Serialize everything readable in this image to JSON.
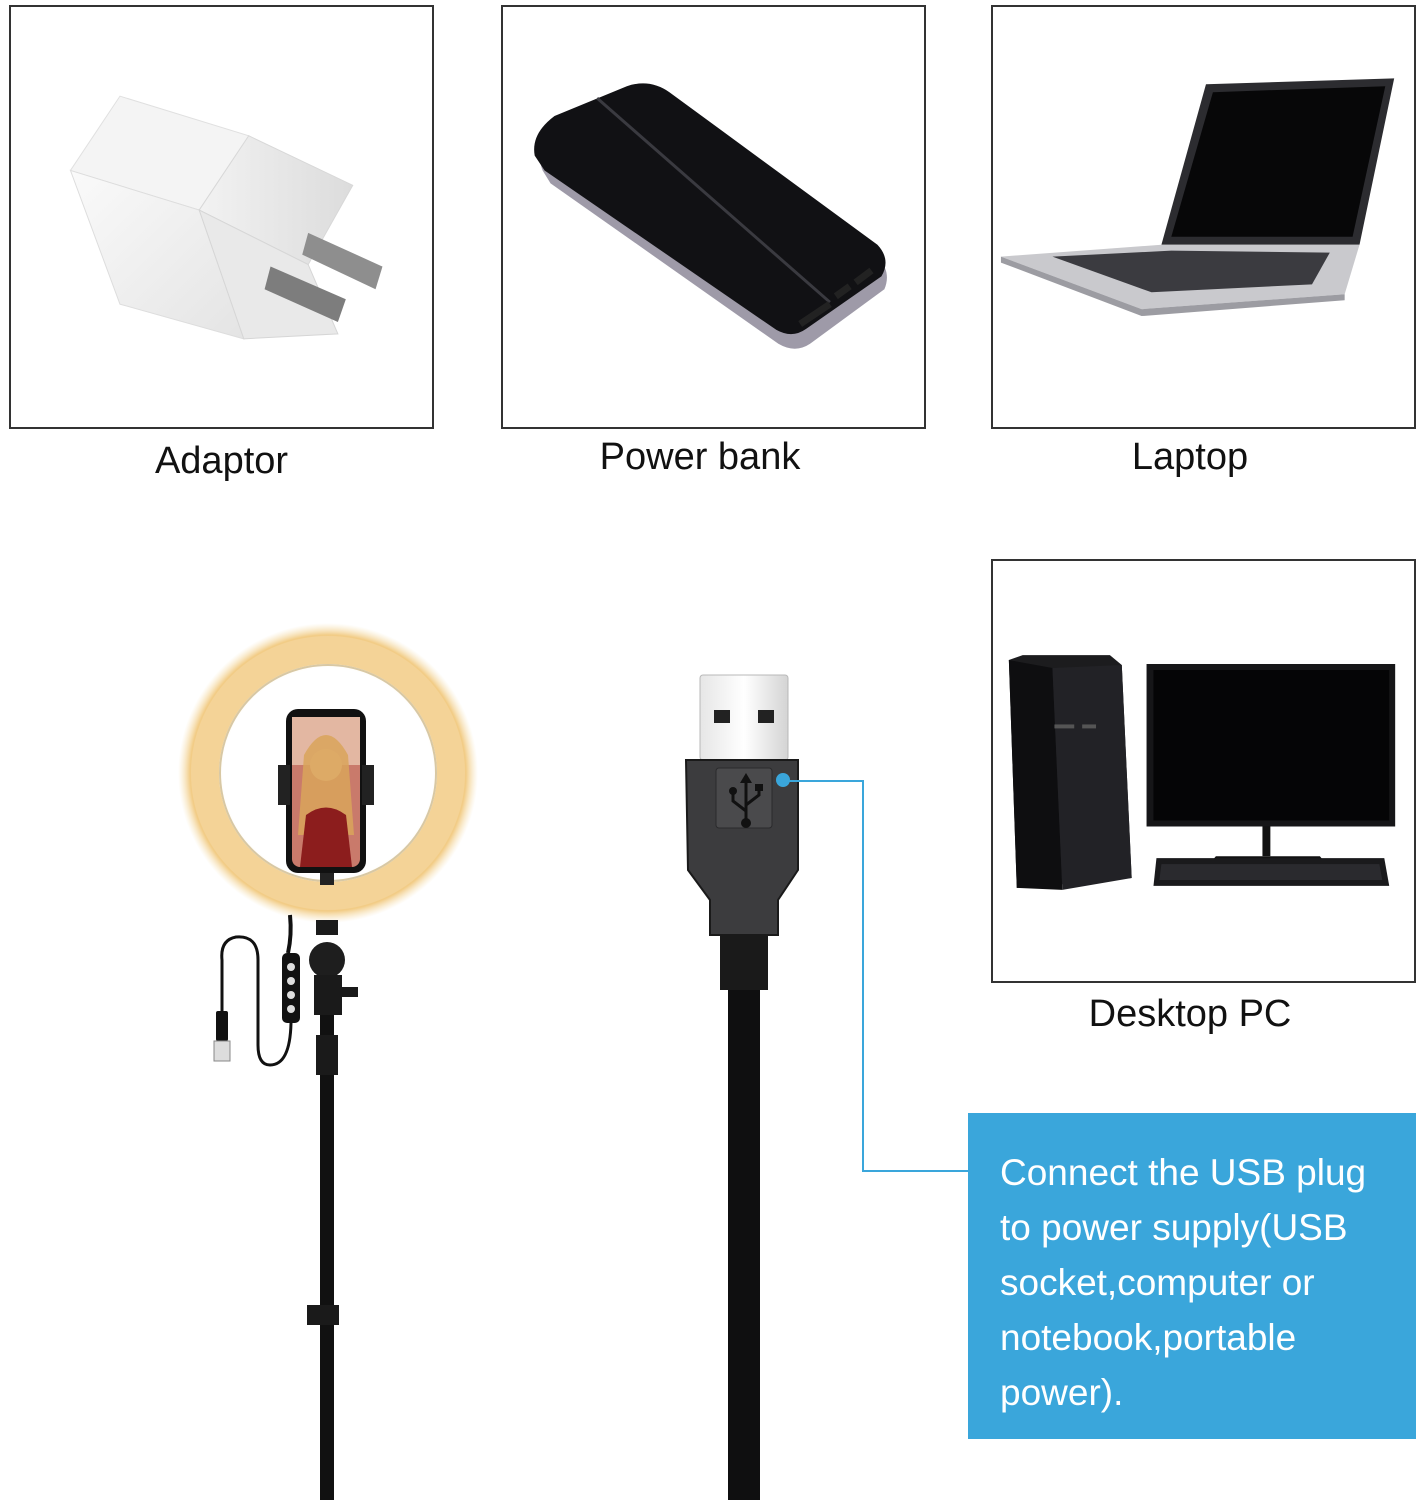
{
  "devices": {
    "adaptor": {
      "label": "Adaptor",
      "icon": "power-adapter-icon"
    },
    "power_bank": {
      "label": "Power bank",
      "icon": "power-bank-icon"
    },
    "laptop": {
      "label": "Laptop",
      "icon": "laptop-icon"
    },
    "desktop_pc": {
      "label": "Desktop PC",
      "icon": "desktop-pc-icon"
    }
  },
  "usb_callout": {
    "text": "Connect the USB plug to power supply(USB socket,computer or notebook,portable power).",
    "background_color": "#3aa6db",
    "line_color": "#3aa6db",
    "text_color": "#ffffff"
  },
  "illustrations": {
    "ring_light": "ring-light-stand-icon",
    "usb_plug": "usb-plug-icon",
    "usb_symbol": "usb-symbol-icon"
  }
}
